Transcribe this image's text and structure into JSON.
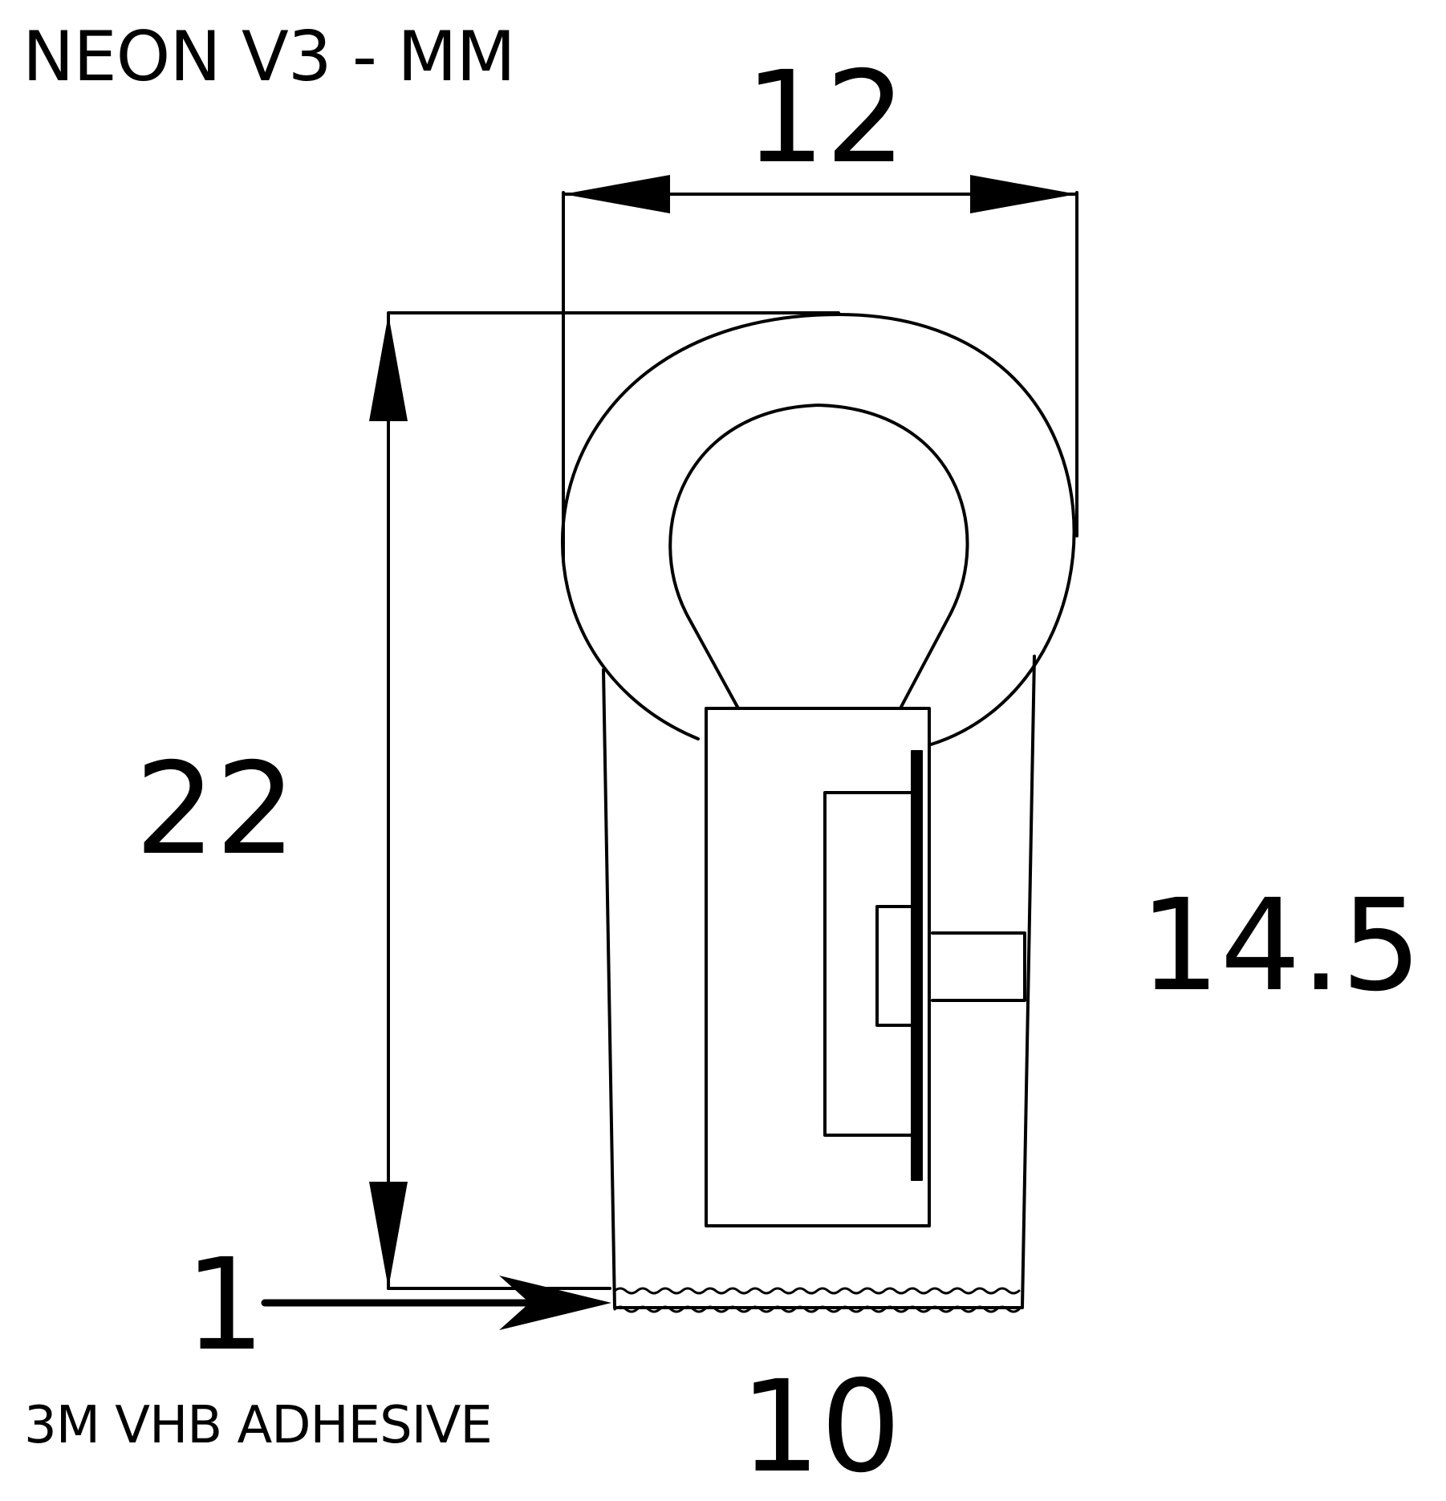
{
  "title": "NEON V3 - MM",
  "dimensions": {
    "width_top": "12",
    "height_total": "22",
    "side_height": "14.5",
    "adhesive_thickness": "1",
    "width_bottom": "10"
  },
  "adhesive_note": "3M VHB ADHESIVE",
  "colors": {
    "line": "#000000",
    "background": "#ffffff"
  }
}
